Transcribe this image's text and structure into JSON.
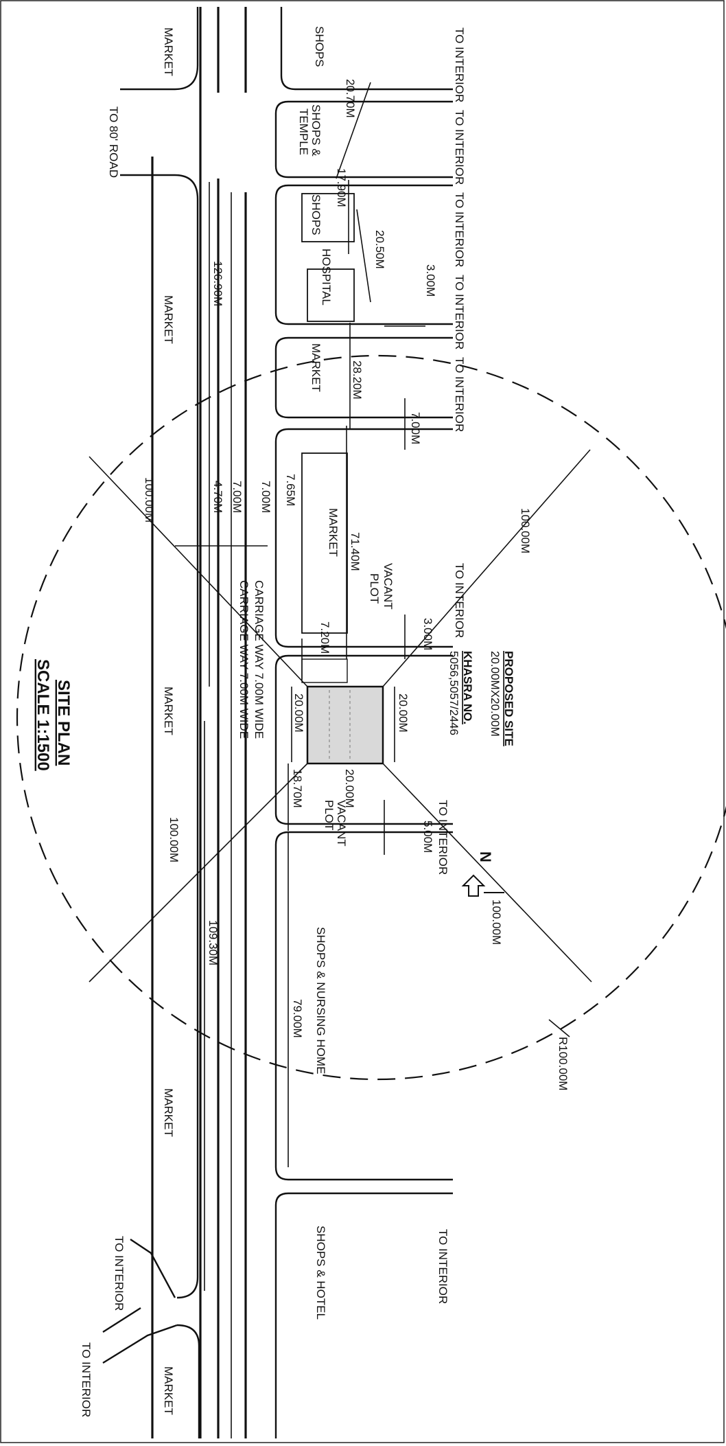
{
  "title": "SITE PLAN",
  "scale": "SCALE 1:1500",
  "proposed": {
    "heading": "PROPOSED SITE",
    "size": "20.00MX20.00M",
    "khasra_label": "KHASRA NO.",
    "khasra_numbers": "5056,5057/2446"
  },
  "north": "N",
  "radius": "R100.00M",
  "roads": {
    "to_interior": "TO INTERIOR",
    "to_80_road": "TO 80' ROAD",
    "carriage_top": "CARRIAGE WAY 7.00M WIDE",
    "carriage_bottom": "CARRIAGE WAY 7.00M WIDE"
  },
  "zones": {
    "shops": "SHOPS",
    "shops_temple_1": "SHOPS &",
    "shops_temple_2": "TEMPLE",
    "hospital": "HOSPITAL",
    "market": "MARKET",
    "vacant_1": "VACANT",
    "vacant_2": "PLOT",
    "nursing": "SHOPS & NURSING HOME",
    "hotel": "SHOPS & HOTEL"
  },
  "dims": {
    "d2070": "20.70M",
    "d1790": "17.90M",
    "d2050": "20.50M",
    "d300a": "3.00M",
    "d2820": "28.20M",
    "d700": "7.00M",
    "d765": "7.65M",
    "d7140": "71.40M",
    "d300b": "3.00M",
    "d720": "7.20M",
    "d2000a": "20.00M",
    "d2000b": "20.00M",
    "d2000c": "20.00M",
    "d1870": "18.70M",
    "d500": "5.00M",
    "d7900": "79.00M",
    "d12690": "126.90M",
    "d470": "4.70M",
    "d700b": "7.00M",
    "d700c": "7.00M",
    "d10930": "109.30M",
    "r1": "100.00M",
    "r2": "100.00M",
    "r3": "100.00M",
    "r4": "100.00M"
  }
}
